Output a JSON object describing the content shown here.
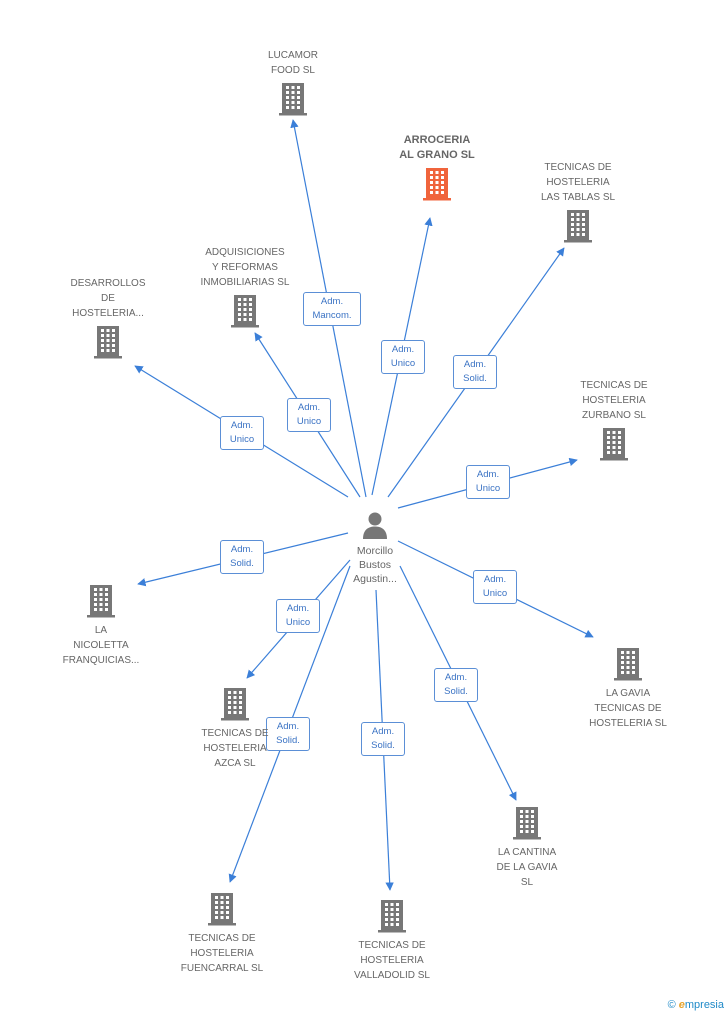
{
  "colors": {
    "edge": "#3b7fd8",
    "building": "#777777",
    "main_building": "#f0643c",
    "badge_border": "#5b8fd6",
    "badge_text": "#3b73c4"
  },
  "center": {
    "label": "Morcillo\nBustos\nAgustin..."
  },
  "nodes": [
    {
      "id": "lucamor",
      "label": "LUCAMOR\nFOOD SL",
      "main": false
    },
    {
      "id": "arroceria",
      "label": "ARROCERIA\nAL GRANO SL",
      "main": true
    },
    {
      "id": "tablas",
      "label": "TECNICAS DE\nHOSTELERIA\nLAS TABLAS  SL",
      "main": false
    },
    {
      "id": "adquisiciones",
      "label": "ADQUISICIONES\nY REFORMAS\nINMOBILIARIAS SL",
      "main": false
    },
    {
      "id": "desarrollos",
      "label": "DESARROLLOS\nDE\nHOSTELERIA...",
      "main": false
    },
    {
      "id": "zurbano",
      "label": "TECNICAS DE\nHOSTELERIA\nZURBANO  SL",
      "main": false
    },
    {
      "id": "nicoletta",
      "label": "LA\nNICOLETTA\nFRANQUICIAS...",
      "main": false
    },
    {
      "id": "lagavia",
      "label": "LA GAVIA\nTECNICAS DE\nHOSTELERIA SL",
      "main": false
    },
    {
      "id": "azca",
      "label": "TECNICAS DE\nHOSTELERIA\nAZCA SL",
      "main": false
    },
    {
      "id": "cantina",
      "label": "LA CANTINA\nDE LA GAVIA\nSL",
      "main": false
    },
    {
      "id": "fuencarral",
      "label": "TECNICAS DE\nHOSTELERIA\nFUENCARRAL SL",
      "main": false
    },
    {
      "id": "valladolid",
      "label": "TECNICAS DE\nHOSTELERIA\nVALLADOLID SL",
      "main": false
    }
  ],
  "edges": [
    {
      "to": "lucamor",
      "label": "Adm.\nMancom."
    },
    {
      "to": "arroceria",
      "label": "Adm.\nUnico"
    },
    {
      "to": "tablas",
      "label": "Adm.\nSolid."
    },
    {
      "to": "adquisiciones",
      "label": "Adm.\nUnico"
    },
    {
      "to": "desarrollos",
      "label": "Adm.\nUnico"
    },
    {
      "to": "zurbano",
      "label": "Adm.\nUnico"
    },
    {
      "to": "nicoletta",
      "label": "Adm.\nSolid."
    },
    {
      "to": "lagavia",
      "label": "Adm.\nUnico"
    },
    {
      "to": "azca",
      "label": "Adm.\nUnico"
    },
    {
      "to": "cantina",
      "label": "Adm.\nSolid."
    },
    {
      "to": "fuencarral",
      "label": "Adm.\nSolid."
    },
    {
      "to": "valladolid",
      "label": "Adm.\nSolid."
    }
  ],
  "footer": {
    "copyright": "©",
    "brand_initial": "e",
    "brand_rest": "mpresia"
  }
}
